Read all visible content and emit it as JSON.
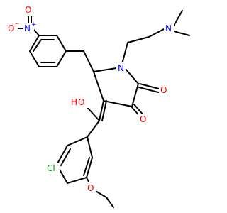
{
  "colors": {
    "bond": "#000000",
    "O": "#ff0000",
    "N": "#0000ff",
    "Cl": "#00a000",
    "background": "#ffffff"
  },
  "atom_labels": {
    "o_minus": "O",
    "minus_sign": "−",
    "n_plus": "N",
    "plus_sign": "+",
    "o_nitro": "O",
    "n_ring": "N",
    "n_dimethylamino": "N",
    "o_ketone_2": "O",
    "o_ketone_3": "O",
    "h_hydroxy": "H",
    "o_hydroxy": "O",
    "cl": "Cl",
    "o_methoxy": "O"
  }
}
